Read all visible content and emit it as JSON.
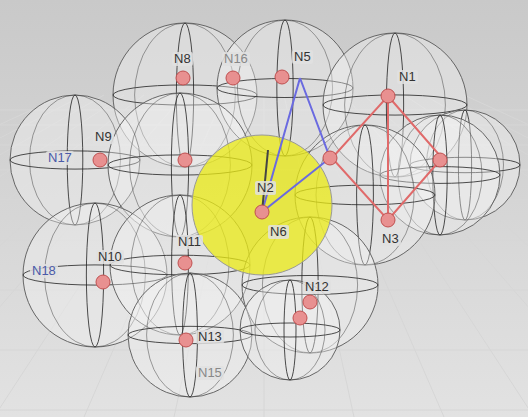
{
  "diagram": {
    "labels": [
      "N8",
      "N16",
      "N5",
      "N1",
      "N17",
      "N9",
      "N2",
      "N6",
      "N3",
      "N18",
      "N10",
      "N11",
      "N12",
      "N13",
      "N15"
    ]
  }
}
